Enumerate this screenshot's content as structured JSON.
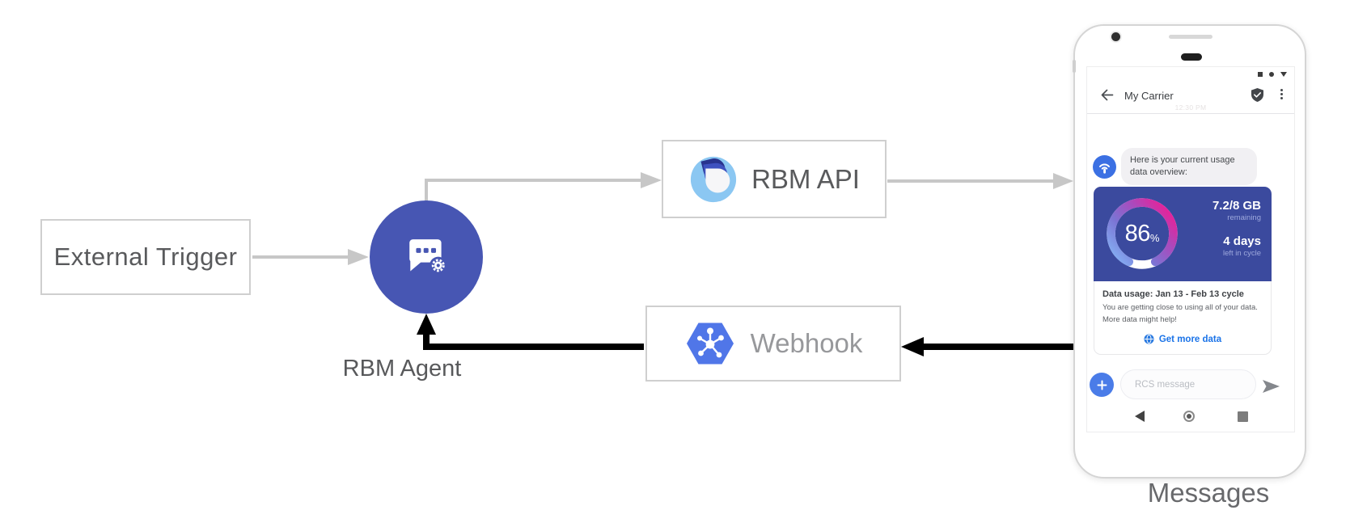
{
  "nodes": {
    "external_trigger": "External Trigger",
    "rbm_agent": "RBM Agent",
    "rbm_api": "RBM API",
    "webhook": "Webhook"
  },
  "phone_label": "Messages",
  "phone": {
    "header": {
      "title": "My Carrier",
      "timestamp": "12:30 PM"
    },
    "bubble_text": "Here is your current usage data overview:",
    "usage_card": {
      "percent": "86",
      "percent_unit": "%",
      "remaining_value": "7.2/8 GB",
      "remaining_label": "remaining",
      "cycle_value": "4 days",
      "cycle_label": "left in cycle",
      "title": "Data usage: Jan 13 - Feb 13 cycle",
      "body_line1": "You are getting close to using all of your data.",
      "body_line2": "More data might help!",
      "action": "Get more data"
    },
    "compose": {
      "placeholder": "RCS message"
    }
  },
  "colors": {
    "agent_circle": "#4756b3",
    "card_blue": "#3b4a9e",
    "avatar_blue": "#3b70e3",
    "webhook_hexagon": "#5076e8",
    "rbm_api_logo_outer": "#8bc7f2",
    "link_blue": "#1a73e8",
    "arrow_gray": "#c7c7c7",
    "arrow_black": "#000000",
    "gauge_gradient": [
      "#85b8f8",
      "#7b74d4",
      "#a94bbd",
      "#ec1e96"
    ]
  }
}
